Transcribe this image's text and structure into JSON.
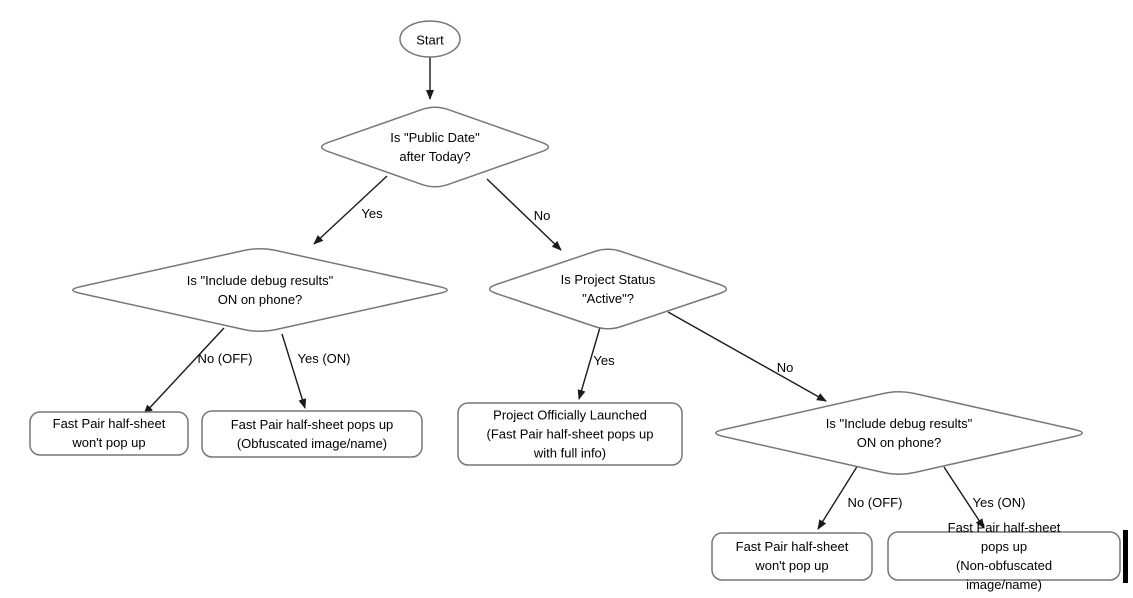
{
  "diagram": {
    "type": "flowchart",
    "topic": "Fast Pair half-sheet pop-up decision flow"
  },
  "nodes": {
    "start": {
      "label": "Start",
      "shape": "terminator"
    },
    "decision_public_date": {
      "label": "Is \"Public Date\"\nafter Today?",
      "shape": "decision"
    },
    "decision_debug_left": {
      "label": "Is \"Include debug results\"\nON on phone?",
      "shape": "decision"
    },
    "decision_project_status": {
      "label": "Is Project Status\n\"Active\"?",
      "shape": "decision"
    },
    "decision_debug_right": {
      "label": "Is \"Include debug results\"\nON on phone?",
      "shape": "decision"
    },
    "result_wont_popup_left": {
      "label": "Fast Pair half-sheet\nwon't pop up",
      "shape": "rounded-box"
    },
    "result_obfuscated": {
      "label": "Fast Pair half-sheet pops up\n(Obfuscated image/name)",
      "shape": "rounded-box"
    },
    "result_launched": {
      "label": "Project Officially Launched\n(Fast Pair half-sheet pops up\nwith full info)",
      "shape": "rounded-box"
    },
    "result_wont_popup_right": {
      "label": "Fast Pair half-sheet\nwon't pop up",
      "shape": "rounded-box"
    },
    "result_non_obfuscated": {
      "label": "Fast Pair half-sheet pops up\n(Non-obfuscated image/name)",
      "shape": "rounded-box"
    }
  },
  "edge_labels": {
    "d1_yes": {
      "label": "Yes",
      "from": "decision_public_date",
      "to": "decision_debug_left"
    },
    "d1_no": {
      "label": "No",
      "from": "decision_public_date",
      "to": "decision_project_status"
    },
    "d2_no": {
      "label": "No (OFF)",
      "from": "decision_debug_left",
      "to": "result_wont_popup_left"
    },
    "d2_yes": {
      "label": "Yes (ON)",
      "from": "decision_debug_left",
      "to": "result_obfuscated"
    },
    "d3_yes": {
      "label": "Yes",
      "from": "decision_project_status",
      "to": "result_launched"
    },
    "d3_no": {
      "label": "No",
      "from": "decision_project_status",
      "to": "decision_debug_right"
    },
    "d4_no": {
      "label": "No (OFF)",
      "from": "decision_debug_right",
      "to": "result_wont_popup_right"
    },
    "d4_yes": {
      "label": "Yes (ON)",
      "from": "decision_debug_right",
      "to": "result_non_obfuscated"
    }
  },
  "colors": {
    "background": "#ffffff",
    "shape_stroke": "#777777",
    "edge_stroke": "#1a1a1a",
    "text": "#000000"
  }
}
